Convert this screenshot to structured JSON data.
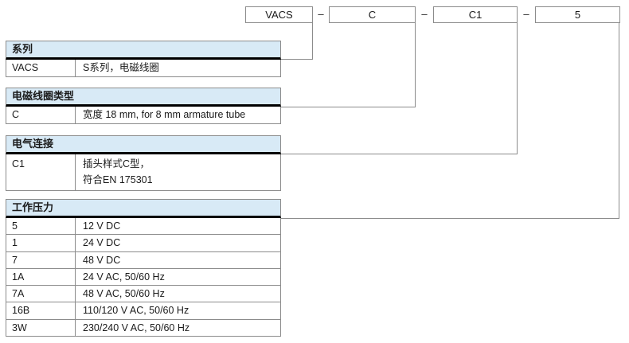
{
  "ordering_code": {
    "boxes": [
      {
        "label": "VACS"
      },
      {
        "label": "C"
      },
      {
        "label": "C1"
      },
      {
        "label": "5"
      }
    ],
    "separator": "–"
  },
  "sections": [
    {
      "title": "系列",
      "rows": [
        {
          "code": "VACS",
          "desc": "S系列，电磁线圈"
        }
      ]
    },
    {
      "title": "电磁线圈类型",
      "rows": [
        {
          "code": "C",
          "desc": "宽度 18 mm, for 8 mm armature tube"
        }
      ]
    },
    {
      "title": "电气连接",
      "rows": [
        {
          "code": "C1",
          "desc": "插头样式C型，\n符合EN 175301"
        }
      ]
    },
    {
      "title": "工作压力",
      "rows": [
        {
          "code": "5",
          "desc": "12 V DC"
        },
        {
          "code": "1",
          "desc": "24 V DC"
        },
        {
          "code": "7",
          "desc": "48 V DC"
        },
        {
          "code": "1A",
          "desc": "24 V AC, 50/60 Hz"
        },
        {
          "code": "7A",
          "desc": "48 V AC, 50/60 Hz"
        },
        {
          "code": "16B",
          "desc": "110/120 V AC, 50/60 Hz"
        },
        {
          "code": "3W",
          "desc": "230/240 V AC, 50/60 Hz"
        }
      ]
    }
  ],
  "colors": {
    "header_bg": "#d8eaf6",
    "header_border": "#000000",
    "line": "#8c8c8c",
    "text": "#1a1a1a"
  }
}
